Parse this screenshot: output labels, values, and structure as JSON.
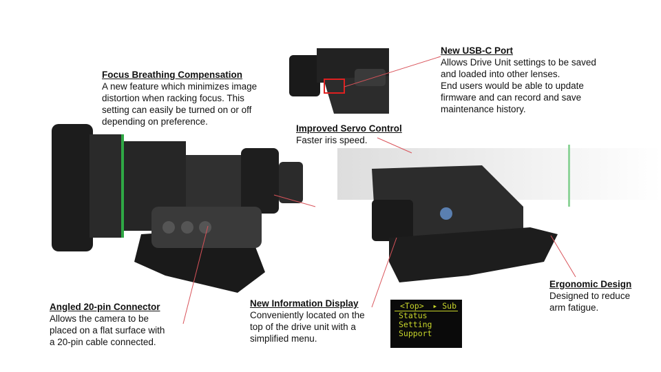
{
  "callouts": {
    "focus_breathing": {
      "title": "Focus Breathing Compensation",
      "desc": "A new feature which minimizes image\ndistortion when racking focus. This\nsetting can easily be turned on or off\ndepending on preference."
    },
    "usb_c": {
      "title": "New USB-C Port",
      "desc": "Allows Drive Unit settings to be saved\nand loaded into other lenses.\nEnd users would be able to update\nfirmware and can record and save\nmaintenance history."
    },
    "servo": {
      "title": "Improved Servo Control",
      "desc": "Faster iris speed."
    },
    "connector": {
      "title": "Angled 20-pin Connector",
      "desc": "Allows the camera to be\nplaced on a flat surface with\na 20-pin cable connected."
    },
    "display": {
      "title": "New Information Display",
      "desc": "Conveniently located on the\ntop of the drive unit with a\nsimplified menu."
    },
    "ergonomic": {
      "title": "Ergonomic Design",
      "desc": "Designed to reduce\narm fatigue."
    }
  },
  "oled_menu": {
    "header_left": "<Top>",
    "header_right": "▸ Sub",
    "items": [
      "Status",
      "Setting",
      "Support"
    ]
  },
  "colors": {
    "leader_line": "#d9535a",
    "oled_text": "#c8d62a",
    "lens_ring": "#2fa845"
  }
}
